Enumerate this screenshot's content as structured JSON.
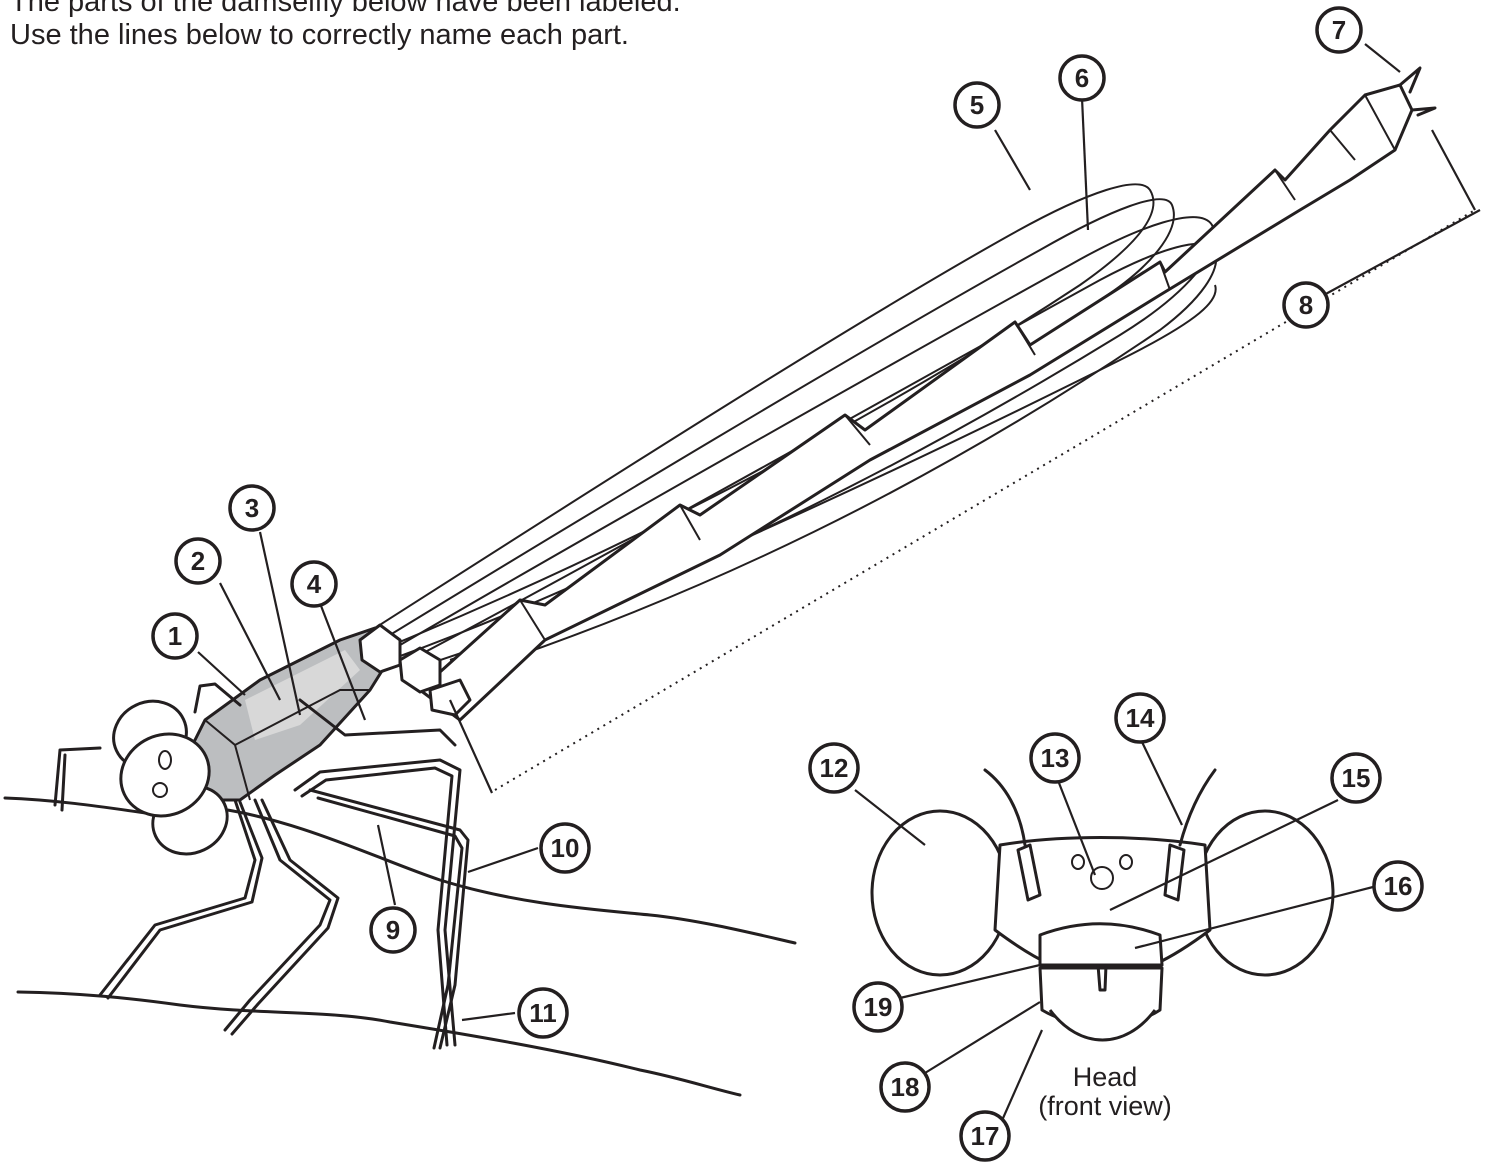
{
  "instructions": {
    "line1": "The parts of the damselfly below have been labeled.",
    "line2": "Use the lines below to correctly name each part."
  },
  "head_view_caption": {
    "line1": "Head",
    "line2": "(front view)"
  },
  "labels": [
    "1",
    "2",
    "3",
    "4",
    "5",
    "6",
    "7",
    "8",
    "9",
    "10",
    "11",
    "12",
    "13",
    "14",
    "15",
    "16",
    "17",
    "18",
    "19"
  ],
  "colors": {
    "ink": "#231f20",
    "thorax_shading": "#bcbec0",
    "background": "#ffffff"
  }
}
